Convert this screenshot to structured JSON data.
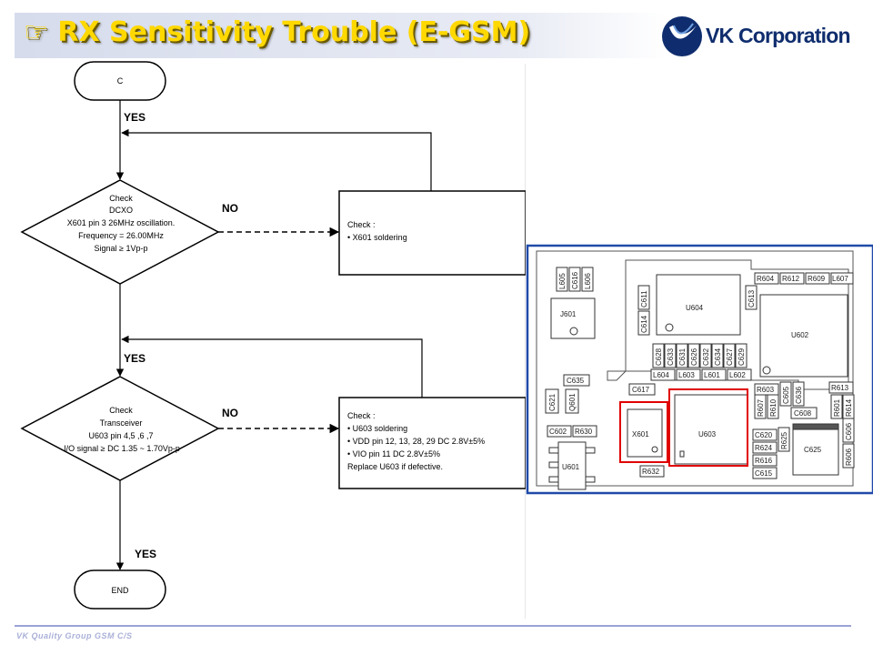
{
  "header": {
    "title": "☞ RX Sensitivity Trouble (E-GSM)",
    "logo_text": "VK Corporation",
    "logo_icon": "vk-swoosh-logo",
    "colors": {
      "title": "#ffd800",
      "logo_blue": "#0f2d6e"
    }
  },
  "flowchart": {
    "start_label": "C",
    "end_label": "END",
    "yes_label": "YES",
    "no_label": "NO",
    "decision1_lines": [
      "Check",
      "DCXO",
      "X601 pin 3 26MHz oscillation.",
      "Frequency = 26.00MHz",
      "Signal ≥ 1Vp-p"
    ],
    "action1_lines": [
      "Check :",
      "• X601 soldering"
    ],
    "decision2_lines": [
      "Check",
      "Transceiver",
      "U603  pin 4,5 ,6 ,7",
      "I/O signal ≥  DC 1.35 ~ 1.70Vp-p"
    ],
    "action2_lines": [
      "Check :",
      "• U603 soldering",
      "• VDD pin 12, 13, 28, 29 DC 2.8V±5%",
      "• VIO pin 11 DC 2.8V±5%",
      "Replace U603 if defective."
    ]
  },
  "pcb": {
    "labels": {
      "L605": "L605",
      "C616": "C616",
      "L606": "L606",
      "J601": "J601",
      "C611": "C611",
      "C614": "C614",
      "U604": "U604",
      "C613": "C613",
      "R604": "R604",
      "R612": "R612",
      "R609": "R609",
      "L607": "L607",
      "U602": "U602",
      "C628": "C628",
      "C633": "C633",
      "C631": "C631",
      "C626": "C626",
      "C632": "C632",
      "C634": "C634",
      "C627": "C627",
      "C629": "C629",
      "L604": "L604",
      "L603": "L603",
      "L601": "L601",
      "L602": "L602",
      "C635": "C635",
      "Q601": "Q601",
      "C621": "C621",
      "C617": "C617",
      "C602": "C602",
      "R630": "R630",
      "U601": "U601",
      "X601": "X601",
      "R632": "R632",
      "U603": "U603",
      "R603": "R603",
      "R607": "R607",
      "R610": "R610",
      "C605": "C605",
      "C636": "C636",
      "C608": "C608",
      "R613": "R613",
      "R601": "R601",
      "R614": "R614",
      "C606": "C606",
      "R606": "R606",
      "C620": "C620",
      "R624": "R624",
      "R616": "R616",
      "C615": "C615",
      "R625": "R625",
      "C625": "C625"
    },
    "highlight_color": "#e00000"
  },
  "footer": {
    "text": "VK Quality Group GSM C/S"
  }
}
